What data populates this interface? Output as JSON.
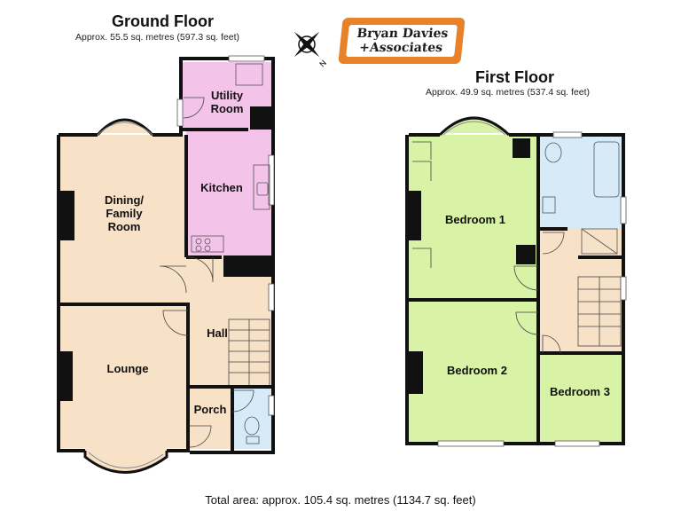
{
  "ground_floor": {
    "title": "Ground Floor",
    "area": "Approx. 55.5 sq. metres (597.3 sq. feet)",
    "rooms": {
      "utility_l1": "Utility",
      "utility_l2": "Room",
      "kitchen": "Kitchen",
      "dining_l1": "Dining/",
      "dining_l2": "Family",
      "dining_l3": "Room",
      "hall": "Hall",
      "lounge": "Lounge",
      "porch": "Porch"
    }
  },
  "first_floor": {
    "title": "First Floor",
    "area": "Approx. 49.9 sq. metres (537.4 sq. feet)",
    "rooms": {
      "bedroom1": "Bedroom 1",
      "bedroom2": "Bedroom 2",
      "bedroom3": "Bedroom 3"
    }
  },
  "logo": {
    "line1": "Bryan Davies",
    "line2": "+Associates"
  },
  "compass": {
    "label": "N"
  },
  "total_area": "Total area: approx. 105.4 sq. metres (1134.7 sq. feet)",
  "colors": {
    "wall": "#111111",
    "floor_beige": "#f7e1c7",
    "floor_pink": "#f4c3ea",
    "floor_green": "#d8f3a6",
    "floor_blue": "#d6eaf8",
    "logo_orange": "#e8822a"
  }
}
